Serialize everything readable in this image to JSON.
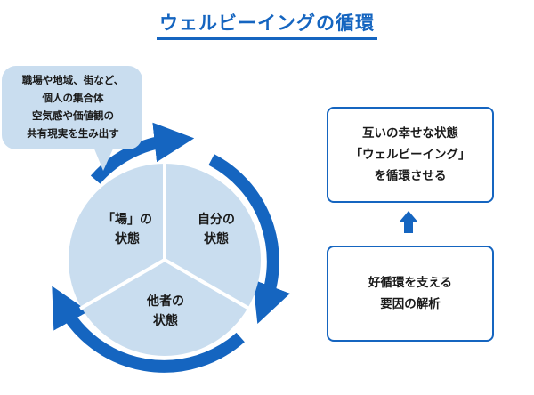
{
  "title": "ウェルビーイングの循環",
  "speech_bubble": {
    "lines": [
      "職場や地域、街など、",
      "個人の集合体",
      "空気感や価値観の",
      "共有現実を生み出す"
    ]
  },
  "segments": {
    "ba": {
      "line1": "「場」の",
      "line2": "状態"
    },
    "self": {
      "line1": "自分の",
      "line2": "状態"
    },
    "others": {
      "line1": "他者の",
      "line2": "状態"
    }
  },
  "boxes": {
    "top": {
      "lines": [
        "互いの幸せな状態",
        "「ウェルビーイング」",
        "を循環させる"
      ]
    },
    "bottom": {
      "lines": [
        "好循環を支える",
        "要因の解析"
      ]
    }
  },
  "colors": {
    "primary_blue": "#1565c0",
    "segment_fill": "#c9ddef",
    "bubble_fill": "#c9ddef",
    "divider": "#ffffff"
  }
}
